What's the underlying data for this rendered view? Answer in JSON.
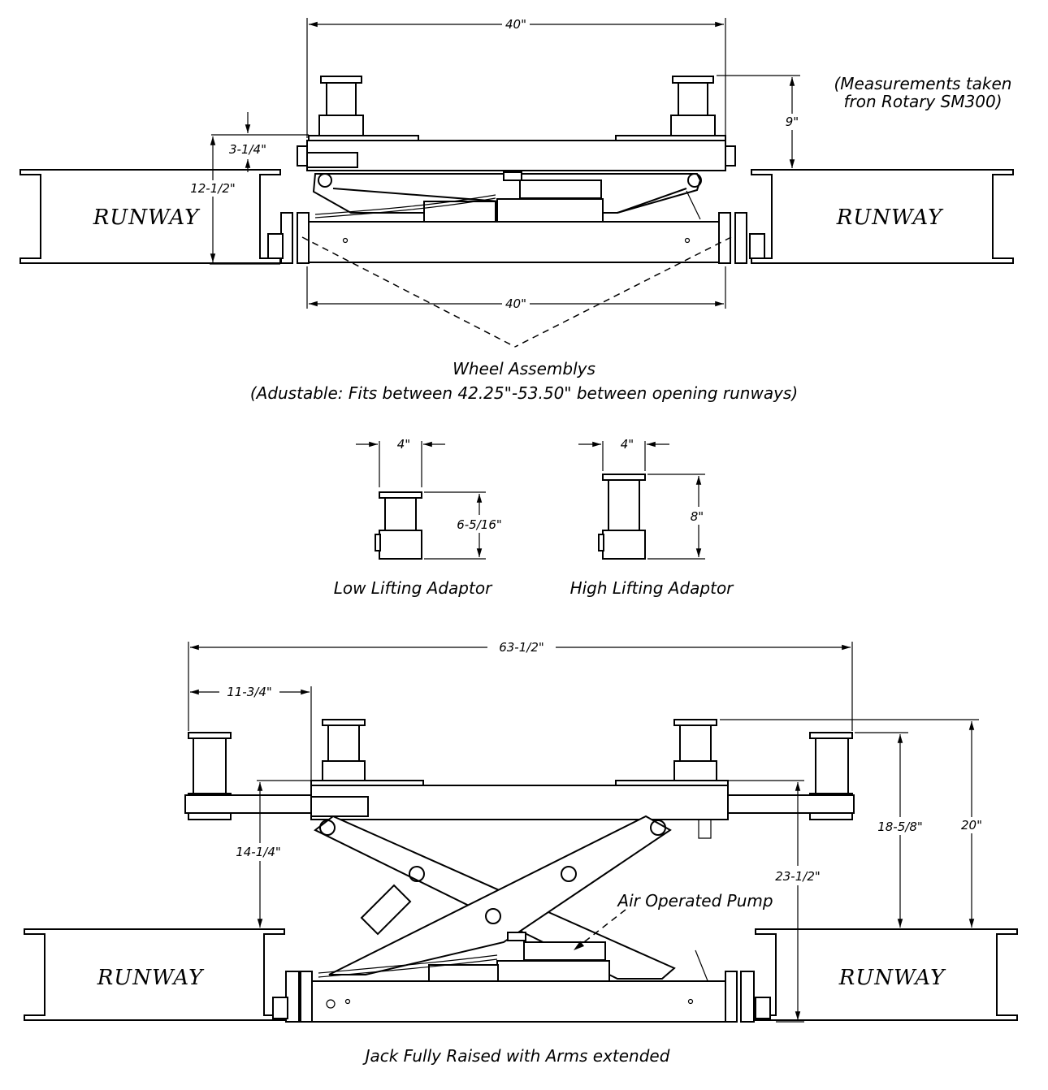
{
  "top_view": {
    "runway_left": "RUNWAY",
    "runway_right": "RUNWAY",
    "dim_top_width": "40\"",
    "dim_bottom_width": "40\"",
    "dim_height_top": "9\"",
    "dim_small": "3-1/4\"",
    "dim_height_side": "12-1/2\"",
    "note_line1": "(Measurements taken",
    "note_line2": "fron Rotary SM300)",
    "wheel_caption_line1": "Wheel Assemblys",
    "wheel_caption_line2": "(Adustable: Fits between 42.25\"-53.50\" between opening runways)"
  },
  "adaptors": {
    "low_width": "4\"",
    "low_height": "6-5/16\"",
    "low_caption": "Low Lifting Adaptor",
    "high_width": "4\"",
    "high_height": "8\"",
    "high_caption": "High Lifting Adaptor"
  },
  "raised_view": {
    "dim_overall": "63-1/2\"",
    "dim_arm": "11-3/4\"",
    "dim_left_height": "14-1/4\"",
    "dim_center_height": "23-1/2\"",
    "dim_right_inner": "18-5/8\"",
    "dim_right_outer": "20\"",
    "pump_label": "Air Operated Pump",
    "runway_left": "RUNWAY",
    "runway_right": "RUNWAY",
    "caption": "Jack Fully Raised with Arms extended"
  }
}
